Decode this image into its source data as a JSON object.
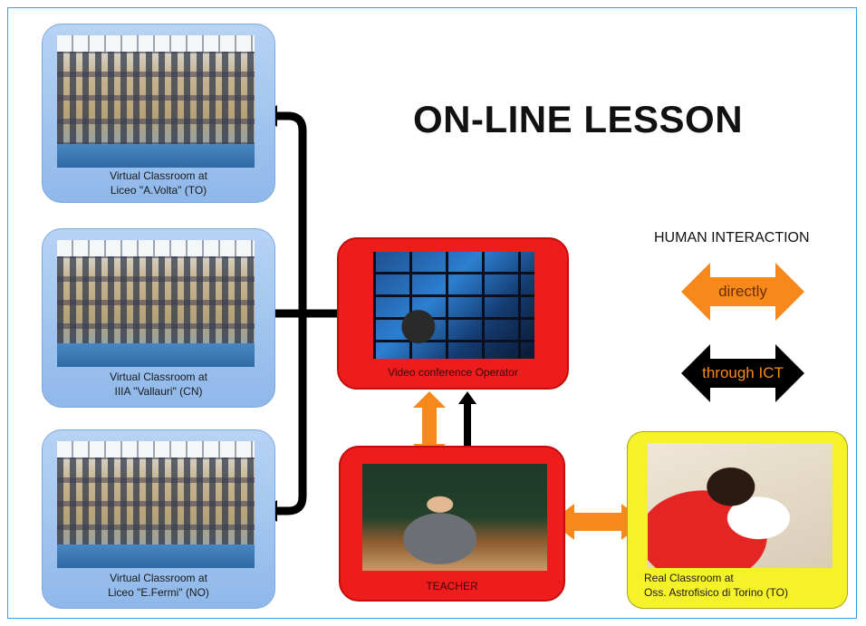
{
  "title": "ON-LINE LESSON",
  "legend": {
    "title": "HUMAN INTERACTION",
    "direct_label": "directly",
    "ict_label": "through ICT",
    "colors": {
      "direct": "#f7891c",
      "ict": "#000000"
    }
  },
  "virtual_classrooms": [
    {
      "caption_line1": "Virtual Classroom at",
      "caption_line2": "Liceo \"A.Volta\" (TO)"
    },
    {
      "caption_line1": "Virtual Classroom at",
      "caption_line2": "IIIA \"Vallauri\" (CN)"
    },
    {
      "caption_line1": "Virtual Classroom at",
      "caption_line2": "Liceo \"E.Fermi\" (NO)"
    }
  ],
  "operator": {
    "caption": "Video conference Operator"
  },
  "teacher": {
    "caption": "TEACHER"
  },
  "real_classroom": {
    "caption_line1": "Real Classroom at",
    "caption_line2": "Oss. Astrofisico di Torino (TO)"
  },
  "colors": {
    "virtual_box": "#a9c9f2",
    "operator_box": "#ee1c1c",
    "teacher_box": "#ee1c1c",
    "real_box": "#f6f22a"
  },
  "icons": [
    "classroom-photo",
    "control-room-photo",
    "teacher-photo",
    "student-photo"
  ]
}
